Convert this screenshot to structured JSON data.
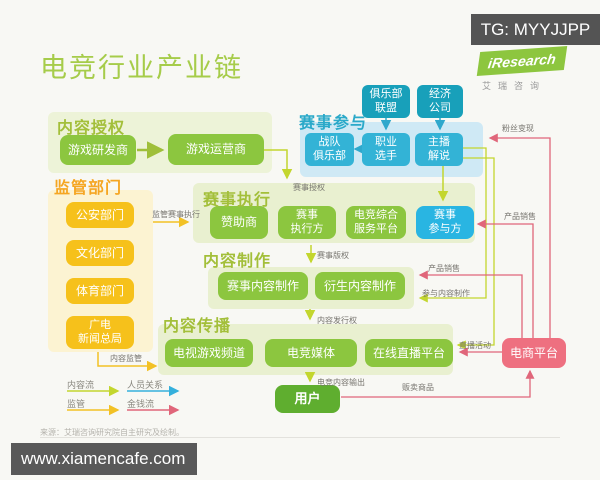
{
  "badge": {
    "text": "TG: MYYJJPP"
  },
  "title": "电竞行业产业链",
  "logo": {
    "name": "iResearch",
    "caption": "艾瑞咨询"
  },
  "sections": {
    "content_license": {
      "title": "内容授权",
      "boxes": [
        "游戏研发商",
        "游戏运营商"
      ]
    },
    "regulators": {
      "title": "监管部门",
      "boxes": [
        "公安部门",
        "文化部门",
        "体育部门",
        "广电\n新闻总局"
      ]
    },
    "event_participation": {
      "title": "赛事参与",
      "top_boxes": [
        "俱乐部\n联盟",
        "经济\n公司"
      ],
      "boxes": [
        "战队\n俱乐部",
        "职业\n选手",
        "主播\n解说"
      ]
    },
    "event_execution": {
      "title": "赛事执行",
      "boxes": [
        "赞助商",
        "赛事\n执行方",
        "电竞综合\n服务平台",
        "赛事\n参与方"
      ]
    },
    "content_production": {
      "title": "内容制作",
      "boxes": [
        "赛事内容制作",
        "衍生内容制作"
      ]
    },
    "content_distribution": {
      "title": "内容传播",
      "boxes": [
        "电视游戏频道",
        "电竞媒体",
        "在线直播平台"
      ]
    },
    "user": {
      "label": "用户"
    },
    "ecommerce": {
      "label": "电商平台"
    }
  },
  "flow_labels": {
    "event_license": "赛事授权",
    "regulate_event_execution": "监管赛事执行",
    "event_copyright": "赛事版权",
    "content_regulation": "内容监管",
    "content_distribution_right": "内容发行权",
    "esports_content_output": "电竞内容输出",
    "sell_goods": "贩卖商品",
    "fan_monetization": "粉丝变现",
    "product_sales_upper": "产品销售",
    "product_sales_lower": "产品销售",
    "participate_content_production": "参与内容制作",
    "live_activity": "直播活动"
  },
  "legend": {
    "items": [
      {
        "label": "内容流",
        "color": "#c3d62e"
      },
      {
        "label": "人员关系",
        "color": "#35b0dc"
      },
      {
        "label": "监管",
        "color": "#f2c125"
      },
      {
        "label": "金钱流",
        "color": "#e0667a"
      }
    ]
  },
  "source": "来源：艾瑞咨询研究院自主研究及绘制。",
  "watermark": "www.xiamencafe.com",
  "colors": {
    "title_green": "#a6cc4a",
    "section_green": "#a3bf3a",
    "section_orange": "#f5a623",
    "section_teal": "#2aa9c9",
    "box_green": "#8cc63f",
    "box_yellow": "#f6c11b",
    "box_teal_dark": "#18a0ba",
    "box_teal_light": "#33b3d6",
    "box_cyan": "#29b5e2",
    "box_user_green": "#5fae2f",
    "box_pink": "#ee7080",
    "badge_gray": "#545454"
  }
}
